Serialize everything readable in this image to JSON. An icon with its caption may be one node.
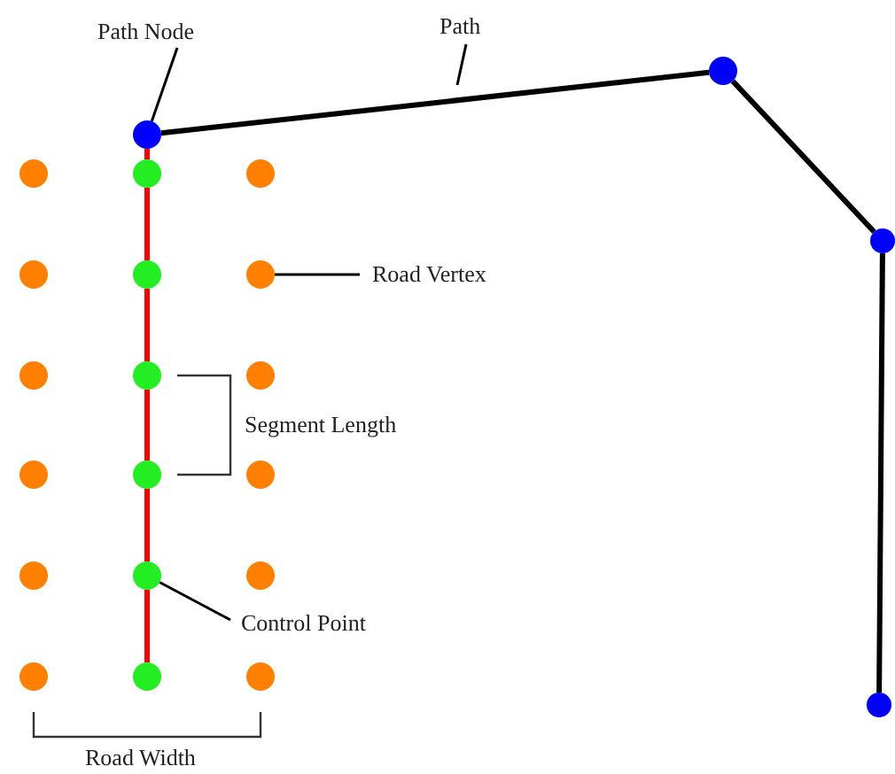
{
  "diagram": {
    "nodes": [
      {
        "text": [
          "Path Node"
        ]
      },
      {
        "text": [
          "Path"
        ]
      },
      {
        "text": [],
        "shape": "circle"
      },
      {
        "text": [],
        "shape": "circle"
      },
      {
        "text": [],
        "shape": "circle"
      },
      {
        "text": [],
        "shape": "circle"
      },
      {
        "text": [],
        "shape": "circle"
      },
      {
        "text": [],
        "shape": "circle"
      },
      {
        "text": [],
        "shape": "circle"
      },
      {
        "text": [],
        "shape": "circle"
      },
      {
        "text": [],
        "shape": "circle"
      },
      {
        "text": [],
        "shape": "circle"
      },
      {
        "text": [],
        "shape": "circle"
      },
      {
        "text": [],
        "shape": "circle"
      },
      {
        "text": [],
        "shape": "circle"
      },
      {
        "text": [],
        "shape": "circle"
      },
      {
        "text": [],
        "shape": "circle"
      },
      {
        "text": [],
        "shape": "circle"
      },
      {
        "text": [],
        "shape": "circle"
      },
      {
        "text": [],
        "shape": "circle"
      },
      {
        "text": [],
        "shape": "circle"
      },
      {
        "text": [],
        "shape": "circle"
      },
      {
        "text": [],
        "shape": "circle"
      },
      {
        "text": [],
        "shape": "circle"
      },
      {
        "text": [
          "Road Vertex"
        ]
      },
      {
        "text": [
          "Control Point"
        ]
      }
    ],
    "edges": [
      {
        "from": 3,
        "to": 2,
        "arrow": "none"
      },
      {
        "from": 2,
        "to": 4,
        "arrow": "none"
      },
      {
        "from": 4,
        "to": 5,
        "arrow": "none"
      },
      {
        "from": 3,
        "to": 6,
        "arrow": "none",
        "color": "#ff0000"
      },
      {
        "from": 6,
        "to": 7,
        "arrow": "none",
        "color": "#ff0000"
      },
      {
        "from": 7,
        "to": 8,
        "arrow": "none",
        "color": "#ff0000"
      },
      {
        "from": 8,
        "to": 9,
        "arrow": "none",
        "color": "#ff0000"
      },
      {
        "from": 9,
        "to": 10,
        "arrow": "none",
        "color": "#ff0000"
      },
      {
        "from": 10,
        "to": 11,
        "arrow": "none",
        "color": "#ff0000"
      },
      {
        "from": 0,
        "to": 3,
        "arrow": "none"
      },
      {
        "from": 1,
        "to": null,
        "arrow": "none"
      },
      {
        "from": 24,
        "to": 15,
        "arrow": "none"
      },
      {
        "from": 25,
        "to": 10,
        "arrow": "none"
      }
    ],
    "labels": [
      "Segment Length",
      "Road Width"
    ]
  }
}
